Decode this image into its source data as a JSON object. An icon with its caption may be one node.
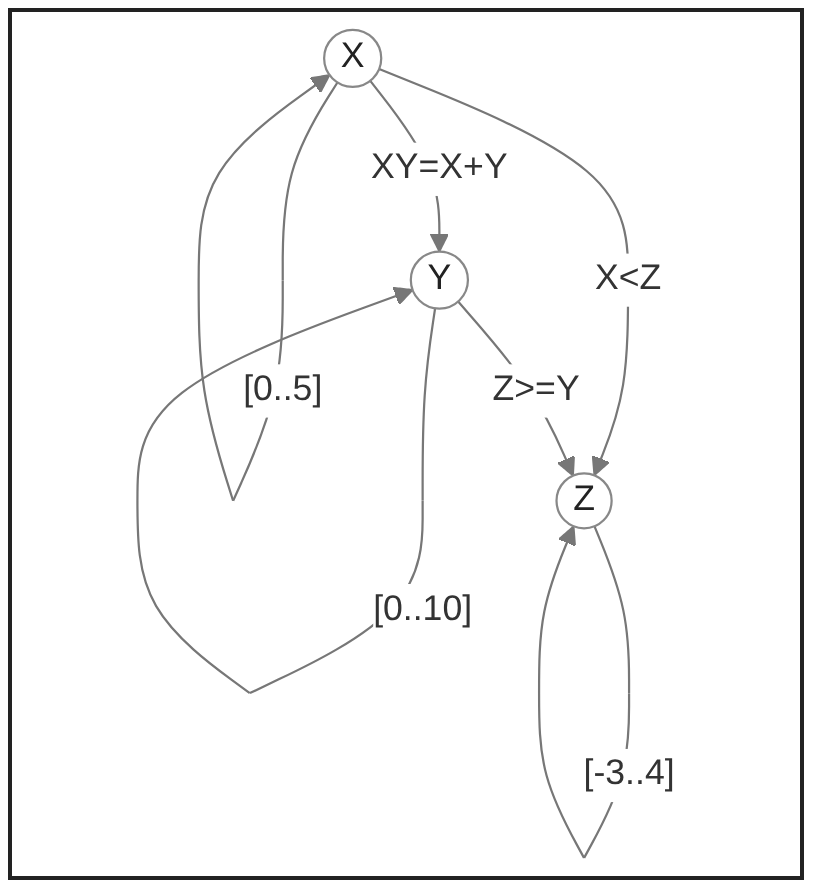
{
  "diagram": {
    "nodes": [
      {
        "text": [
          "X"
        ]
      },
      {
        "text": [
          "Y"
        ]
      },
      {
        "text": [
          "Z"
        ]
      }
    ],
    "edges": [
      {
        "from": 0,
        "to": 0,
        "arrow": "to",
        "label": "[0..5]"
      },
      {
        "from": 0,
        "to": 1,
        "arrow": "to",
        "label": "XY=X+Y"
      },
      {
        "from": 1,
        "to": 1,
        "arrow": "to",
        "label": "[0..10]"
      },
      {
        "from": 0,
        "to": 2,
        "arrow": "to",
        "label": "X<Z"
      },
      {
        "from": 1,
        "to": 2,
        "arrow": "to",
        "label": "Z>=Y"
      },
      {
        "from": 2,
        "to": 2,
        "arrow": "to",
        "label": "[-3..4]"
      }
    ]
  }
}
